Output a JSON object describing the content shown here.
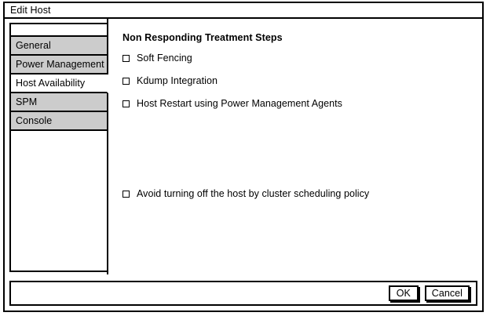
{
  "window": {
    "title": "Edit Host"
  },
  "sidebar": {
    "items": [
      {
        "label": "General",
        "selected": false
      },
      {
        "label": "Power Management",
        "selected": false
      },
      {
        "label": "Host Availability",
        "selected": true
      },
      {
        "label": "SPM",
        "selected": false
      },
      {
        "label": "Console",
        "selected": false
      }
    ]
  },
  "content": {
    "section_title": "Non Responding Treatment Steps",
    "checkboxes": [
      {
        "label": "Soft Fencing",
        "checked": false
      },
      {
        "label": "Kdump Integration",
        "checked": false
      },
      {
        "label": "Host Restart using Power Management Agents",
        "checked": false
      }
    ],
    "extra_checkbox": {
      "label": "Avoid turning off the host by cluster scheduling policy",
      "checked": false
    }
  },
  "footer": {
    "ok_label": "OK",
    "cancel_label": "Cancel"
  },
  "colors": {
    "tab_unselected": "#cccccc",
    "tab_selected": "#ffffff",
    "border": "#000000",
    "background": "#ffffff"
  }
}
